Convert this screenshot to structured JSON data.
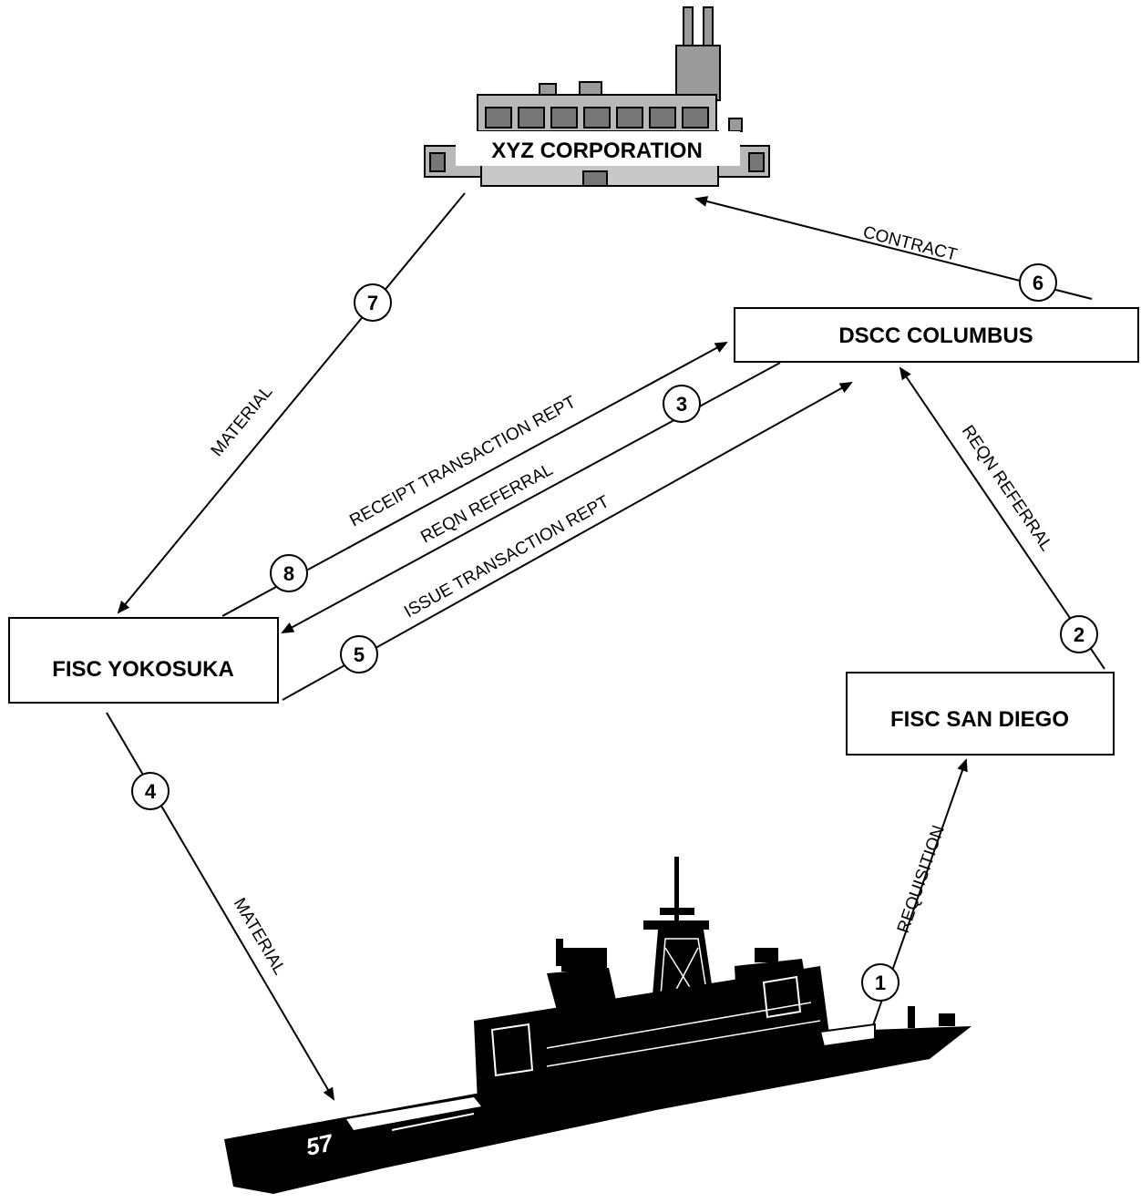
{
  "nodes": {
    "xyz": "XYZ CORPORATION",
    "dscc": "DSCC COLUMBUS",
    "yokosuka": "FISC YOKOSUKA",
    "sandiego": "FISC SAN DIEGO"
  },
  "edges": {
    "e1": {
      "step": "1",
      "label": "REQUISITION"
    },
    "e2": {
      "step": "2",
      "label": "REQN REFERRAL"
    },
    "e3": {
      "step": "3",
      "label": "REQN REFERRAL"
    },
    "e4": {
      "step": "4",
      "label": "MATERIAL"
    },
    "e5": {
      "step": "5",
      "label": "ISSUE TRANSACTION REPT"
    },
    "e6": {
      "step": "6",
      "label": "CONTRACT"
    },
    "e7": {
      "step": "7",
      "label": "MATERIAL"
    },
    "e8": {
      "step": "8",
      "label": "RECEIPT TRANSACTION REPT"
    }
  },
  "ship": {
    "hull_number": "57"
  },
  "icons": [
    "factory-icon",
    "ship-icon"
  ]
}
